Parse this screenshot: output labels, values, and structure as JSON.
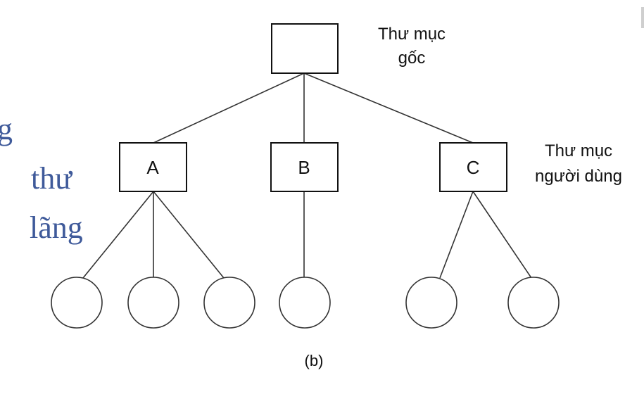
{
  "background_text": {
    "lines": [
      "g",
      "thư",
      "lãng"
    ],
    "color": "#3f5a9a"
  },
  "diagram": {
    "root": {
      "label": "",
      "note_line1": "Thư mục",
      "note_line2": "gốc"
    },
    "level1": [
      {
        "label": "A"
      },
      {
        "label": "B"
      },
      {
        "label": "C"
      }
    ],
    "level1_note_line1": "Thư mục",
    "level1_note_line2": "người dùng",
    "leaves": [
      {
        "parent": "A"
      },
      {
        "parent": "A"
      },
      {
        "parent": "A"
      },
      {
        "parent": "B"
      },
      {
        "parent": "C"
      },
      {
        "parent": "C"
      }
    ],
    "caption": "(b)"
  }
}
